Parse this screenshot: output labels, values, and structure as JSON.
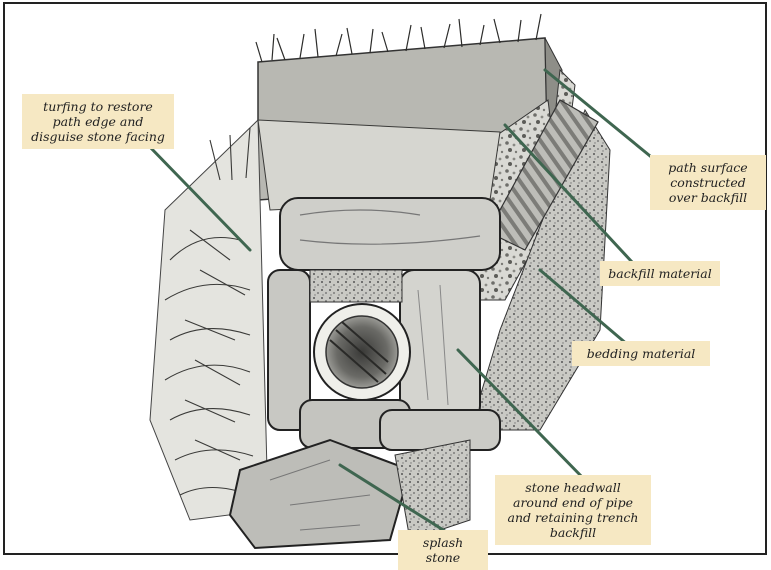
{
  "diagram": {
    "colors": {
      "label_bg": "#f6e8c3",
      "leader_line": "#3f6650",
      "border": "#222222"
    },
    "labels": {
      "turfing": "turfing to restore path edge and disguise stone facing",
      "path_surface": "path surface constructed over backfill",
      "backfill": "backfill material",
      "bedding": "bedding material",
      "headwall": "stone headwall around end of pipe and retaining trench backfill",
      "splash_stone": "splash stone"
    }
  }
}
